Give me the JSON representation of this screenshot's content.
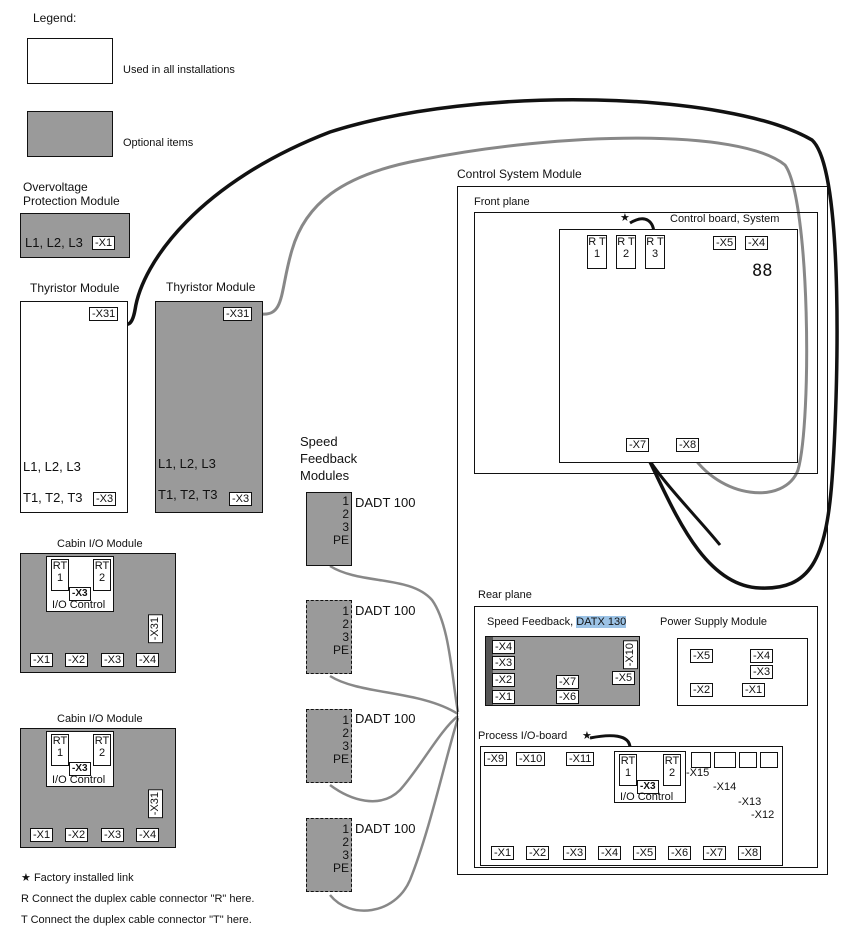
{
  "legend": {
    "title": "Legend:",
    "used_all": "Used in all installations",
    "optional": "Optional items",
    "factory_link": "Factory installed link",
    "r_note": "R Connect the duplex cable connector \"R\" here.",
    "t_note": "T Connect the duplex cable connector \"T\" here.",
    "star": "★"
  },
  "overvoltage": {
    "title_line1": "Overvoltage",
    "title_line2": "Protection Module",
    "label": "L1, L2, L3",
    "x1": "-X1"
  },
  "thyristor_a": {
    "title": "Thyristor Module",
    "x31": "-X31",
    "l_label": "L1, L2, L3",
    "t_label": "T1, T2, T3",
    "x3": "-X3"
  },
  "thyristor_b": {
    "title": "Thyristor Module",
    "x31": "-X31",
    "l_label": "L1, L2, L3",
    "t_label": "T1, T2, T3",
    "x3": "-X3"
  },
  "cabin_io": {
    "title": "Cabin I/O Module",
    "rt_r": "R",
    "rt_t": "T",
    "rt_1": "1",
    "rt_2": "2",
    "x3": "-X3",
    "io_control": "I/O Control",
    "x31": "-X31",
    "ports": [
      "-X1",
      "-X2",
      "-X3",
      "-X4"
    ]
  },
  "speed_feedback": {
    "title_line1": "Speed",
    "title_line2": "Feedback",
    "title_line3": "Modules",
    "module_label": "DADT 100",
    "pins": [
      "1",
      "2",
      "3",
      "PE"
    ]
  },
  "control_system": {
    "title": "Control System Module",
    "front_plane": "Front plane",
    "control_board": "Control board, System",
    "rt": [
      "R T",
      "R T",
      "R T"
    ],
    "rt_nums": [
      "1",
      "2",
      "3"
    ],
    "x5": "-X5",
    "x4": "-X4",
    "display": "88",
    "x7": "-X7",
    "x8": "-X8",
    "rear_plane": "Rear plane",
    "speed_feedback_label": "Speed Feedback,",
    "datx": "DATX 130",
    "sf_ports_left": [
      "-X4",
      "-X3",
      "-X2",
      "-X1"
    ],
    "sf_x7": "-X7",
    "sf_x6": "-X6",
    "sf_x5": "-X5",
    "sf_x10": "-X10",
    "psm_title": "Power Supply Module",
    "psm_x5": "-X5",
    "psm_x4": "-X4",
    "psm_x3": "-X3",
    "psm_x2": "-X2",
    "psm_x1": "-X1",
    "pio_title": "Process I/O-board",
    "pio_top": [
      "-X9",
      "-X10",
      "-X11"
    ],
    "pio_rt_r": "R",
    "pio_rt_t": "T",
    "pio_rt_1": "1",
    "pio_rt_2": "2",
    "pio_x3": "-X3",
    "pio_io_control": "I/O Control",
    "pio_x15": "-X15",
    "pio_x14": "-X14",
    "pio_x13": "-X13",
    "pio_x12": "-X12",
    "pio_bottom": [
      "-X1",
      "-X2",
      "-X3",
      "-X4",
      "-X5",
      "-X6",
      "-X7",
      "-X8"
    ]
  }
}
